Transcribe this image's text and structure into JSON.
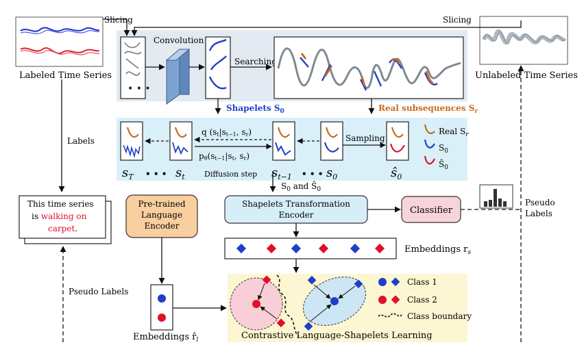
{
  "top": {
    "slicing_left": "Slicing",
    "slicing_right": "Slicing",
    "labeled_series": "Labeled Time Series",
    "unlabeled_series": "Unlabeled Time Series",
    "convolution": "Convolution",
    "searching": "Searching",
    "shapelets": "Shapelets S",
    "shapelets_sub": "0",
    "real_subsequences": "Real subsequences S",
    "real_subsequences_sub": "r"
  },
  "diffusion": {
    "forward": "q (s",
    "reverse": "p",
    "step_label": "Diffusion step",
    "sampling": "Sampling",
    "legend_real": "Real S",
    "legend_s0": "S",
    "legend_s0hat": "Ŝ",
    "legend_sub_r": "r",
    "legend_sub_0": "0",
    "states": [
      "s",
      "s",
      "s",
      "s",
      "ŝ"
    ],
    "state_subs": [
      "T",
      "t",
      "t−1",
      "0",
      "0"
    ],
    "ellipsis": "• • •"
  },
  "middle": {
    "labels_text": "Labels",
    "s0_and_s0hat": "S",
    "caption_lines": [
      "This time series",
      "is ",
      "walking on",
      "carpet",
      "."
    ],
    "language_encoder": [
      "Pre-trained",
      "Language",
      "Encoder"
    ],
    "transformation_encoder": [
      "Shapelets Transformation",
      "Encoder"
    ],
    "classifier": "Classifier",
    "pseudo_labels_right": [
      "Pseudo",
      "Labels"
    ],
    "pseudo_labels_left": "Pseudo Labels",
    "embeddings_rs": "Embeddings r",
    "embeddings_rs_sub": "s",
    "embeddings_rl": "Embeddings r̂",
    "embeddings_rl_sub": "l"
  },
  "contrastive": {
    "title": "Contrastive Language-Shapelets Learning",
    "class1": "Class 1",
    "class2": "Class 2",
    "boundary": "Class boundary"
  },
  "colors": {
    "blue": "#1f3fc9",
    "red": "#e0102a",
    "orange": "#c8691e",
    "panel": "#e3eaf2",
    "diffusion_bg": "#d9f0f8",
    "language_box": "#f8cf9f",
    "encoder_box": "#d6eef8",
    "classifier_box": "#f7d4da",
    "contrastive_bg": "#fdf6d3"
  }
}
